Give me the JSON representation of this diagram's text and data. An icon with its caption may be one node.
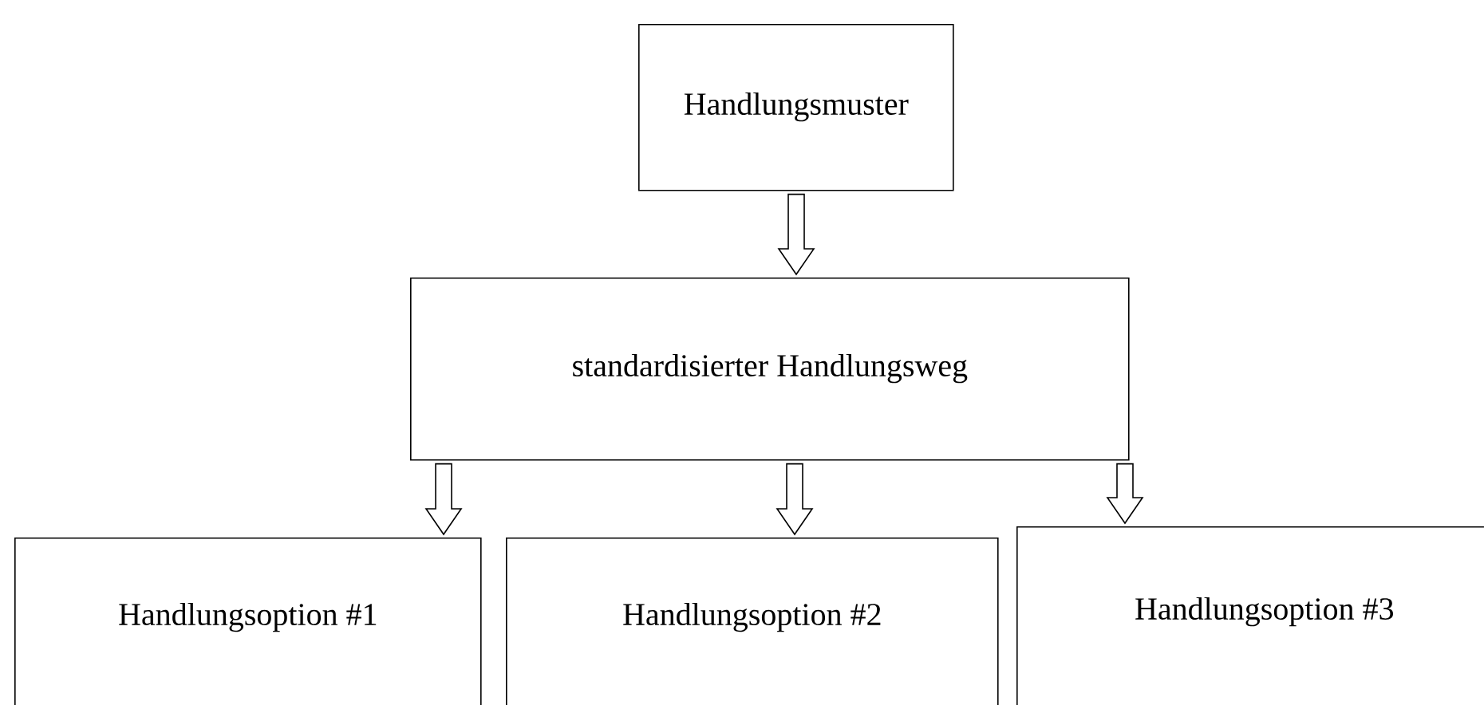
{
  "diagram": {
    "nodes": [
      {
        "text": [
          "Handlungsmuster"
        ]
      },
      {
        "text": [
          "standardisierter Handlungsweg"
        ]
      },
      {
        "text": [
          "Handlungsoption #1"
        ]
      },
      {
        "text": [
          "Handlungsoption #2"
        ]
      },
      {
        "text": [
          "Handlungsoption #3"
        ]
      }
    ],
    "edges": [
      {
        "from": 0,
        "to": 1,
        "arrow": "to"
      },
      {
        "from": 1,
        "to": 2,
        "arrow": "to"
      },
      {
        "from": 1,
        "to": 3,
        "arrow": "to"
      },
      {
        "from": 1,
        "to": 4,
        "arrow": "to"
      }
    ]
  }
}
